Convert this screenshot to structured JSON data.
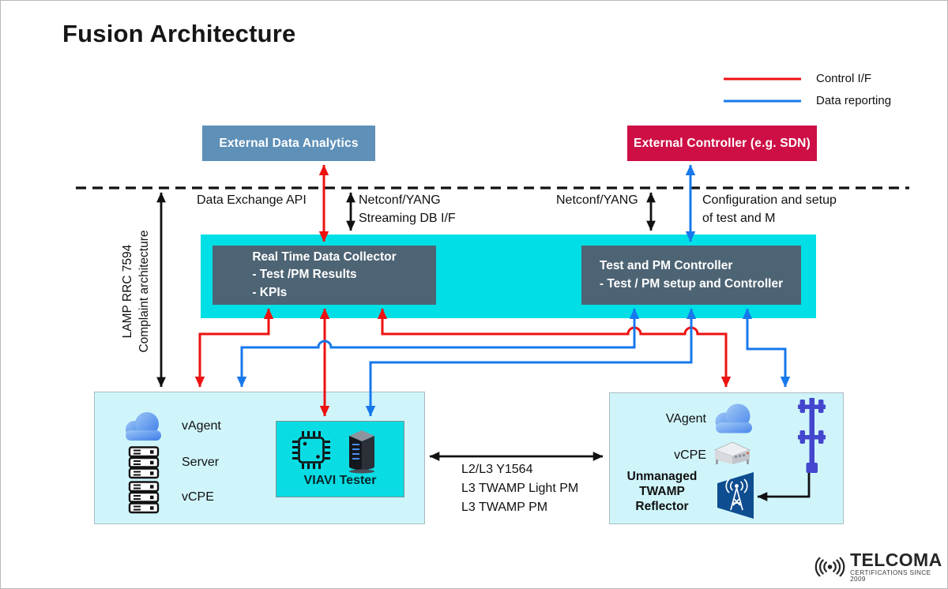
{
  "title": "Fusion Architecture",
  "legend": {
    "control_label": "Control I/F",
    "reporting_label": "Data reporting"
  },
  "external": {
    "analytics": "External Data Analytics",
    "controller": "External Controller (e.g. SDN)"
  },
  "interfaces": {
    "data_exchange": "Data Exchange API",
    "netconf_yang_left": "Netconf/YANG",
    "streaming_db": "Streaming DB I/F",
    "netconf_yang_right": "Netconf/YANG",
    "config_setup_1": "Configuration and setup",
    "config_setup_2": "of test and M",
    "lamp_1": "LAMP RRC 7594",
    "lamp_2": "Complaint architecture",
    "site_link_1": "L2/L3 Y1564",
    "site_link_2": "L3 TWAMP Light PM",
    "site_link_3": "L3 TWAMP PM"
  },
  "fusion_core": {
    "collector": {
      "title": "Real Time Data Collector",
      "item1": "- Test /PM Results",
      "item2": "- KPIs"
    },
    "pm_controller": {
      "title": "Test and PM Controller",
      "item1": "- Test / PM setup and Controller"
    }
  },
  "left_site": {
    "vagent": "vAgent",
    "server": "Server",
    "vcpe": "vCPE",
    "tester": "VIAVI Tester"
  },
  "right_site": {
    "vagent": "VAgent",
    "vcpe": "vCPE",
    "reflector_1": "Unmanaged",
    "reflector_2": "TWAMP",
    "reflector_3": "Reflector"
  },
  "logo": {
    "brand": "TELCOMA",
    "tagline": "CERTIFICATIONS SINCE 2009"
  },
  "colors": {
    "control": "#ee1111",
    "reporting": "#1778ec",
    "core_cyan": "#00dfe6",
    "module_slate": "#4d6474",
    "analytics_blue": "#5e90b8",
    "controller_crimson": "#ce0f45",
    "site_cyan": "#cff5fa"
  }
}
